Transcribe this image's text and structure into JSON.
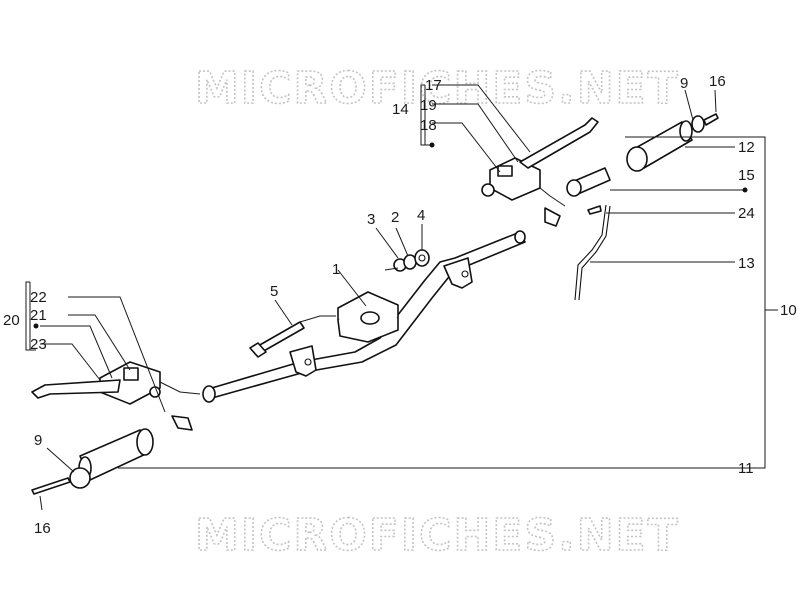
{
  "watermark": {
    "top": "MICROFICHES.NET",
    "bottom": "MICROFICHES.NET"
  },
  "callouts": {
    "c1": "1",
    "c2": "2",
    "c3": "3",
    "c4": "4",
    "c5": "5",
    "c9_top": "9",
    "c9_bottom": "9",
    "c10": "10",
    "c11": "11",
    "c12": "12",
    "c13": "13",
    "c14": "14",
    "c15": "15",
    "c16_top": "16",
    "c16_bottom": "16",
    "c17": "17",
    "c18": "18",
    "c19": "19",
    "c20": "20",
    "c21": "21",
    "c22": "22",
    "c23": "23",
    "c24": "24"
  }
}
